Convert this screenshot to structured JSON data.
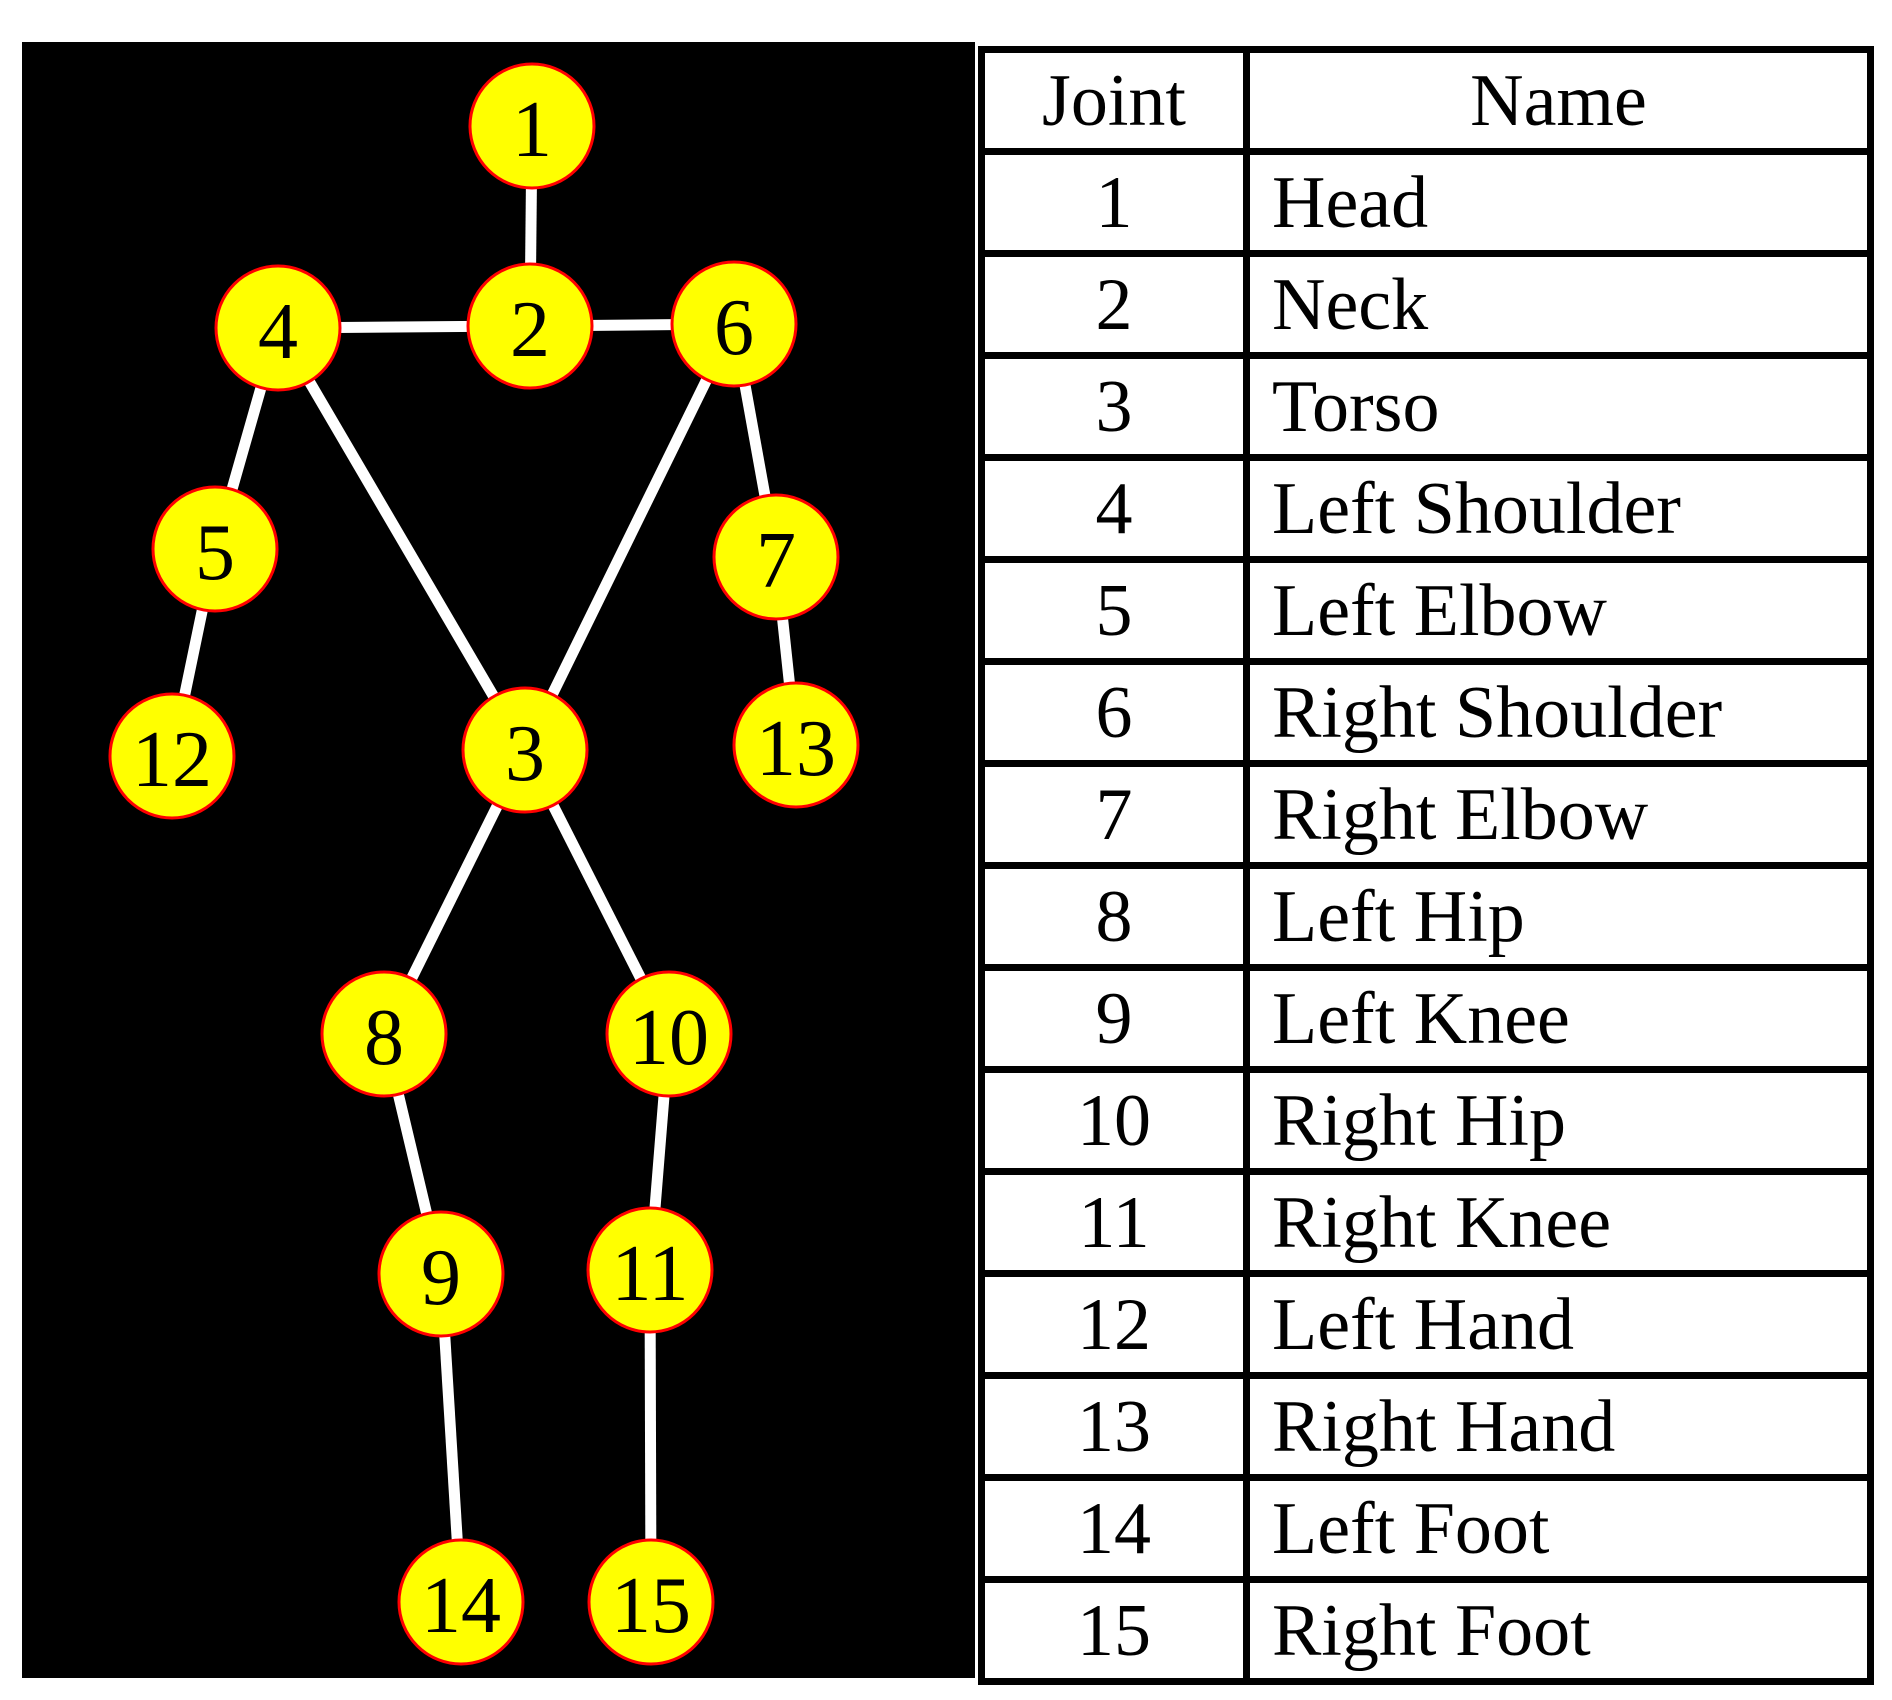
{
  "table": {
    "headers": {
      "joint": "Joint",
      "name": "Name"
    },
    "rows": [
      {
        "joint": "1",
        "name": "Head"
      },
      {
        "joint": "2",
        "name": "Neck"
      },
      {
        "joint": "3",
        "name": "Torso"
      },
      {
        "joint": "4",
        "name": "Left Shoulder"
      },
      {
        "joint": "5",
        "name": "Left Elbow"
      },
      {
        "joint": "6",
        "name": "Right Shoulder"
      },
      {
        "joint": "7",
        "name": "Right Elbow"
      },
      {
        "joint": "8",
        "name": "Left Hip"
      },
      {
        "joint": "9",
        "name": "Left Knee"
      },
      {
        "joint": "10",
        "name": "Right Hip"
      },
      {
        "joint": "11",
        "name": "Right Knee"
      },
      {
        "joint": "12",
        "name": "Left Hand"
      },
      {
        "joint": "13",
        "name": "Right Hand"
      },
      {
        "joint": "14",
        "name": "Left Foot"
      },
      {
        "joint": "15",
        "name": "Right Foot"
      }
    ]
  },
  "skeleton": {
    "joints": [
      {
        "id": "1"
      },
      {
        "id": "2"
      },
      {
        "id": "3"
      },
      {
        "id": "4"
      },
      {
        "id": "5"
      },
      {
        "id": "6"
      },
      {
        "id": "7"
      },
      {
        "id": "8"
      },
      {
        "id": "9"
      },
      {
        "id": "10"
      },
      {
        "id": "11"
      },
      {
        "id": "12"
      },
      {
        "id": "13"
      },
      {
        "id": "14"
      },
      {
        "id": "15"
      }
    ],
    "bones": [
      [
        "1",
        "2"
      ],
      [
        "2",
        "4"
      ],
      [
        "2",
        "6"
      ],
      [
        "4",
        "5"
      ],
      [
        "5",
        "12"
      ],
      [
        "6",
        "7"
      ],
      [
        "7",
        "13"
      ],
      [
        "4",
        "3"
      ],
      [
        "6",
        "3"
      ],
      [
        "3",
        "8"
      ],
      [
        "3",
        "10"
      ],
      [
        "8",
        "9"
      ],
      [
        "9",
        "14"
      ],
      [
        "10",
        "11"
      ],
      [
        "11",
        "15"
      ]
    ]
  },
  "colors": {
    "panel_background": "#000000",
    "bone": "#ffffff",
    "joint_fill": "#ffff00",
    "joint_outline": "#ff0000",
    "text": "#000000"
  }
}
